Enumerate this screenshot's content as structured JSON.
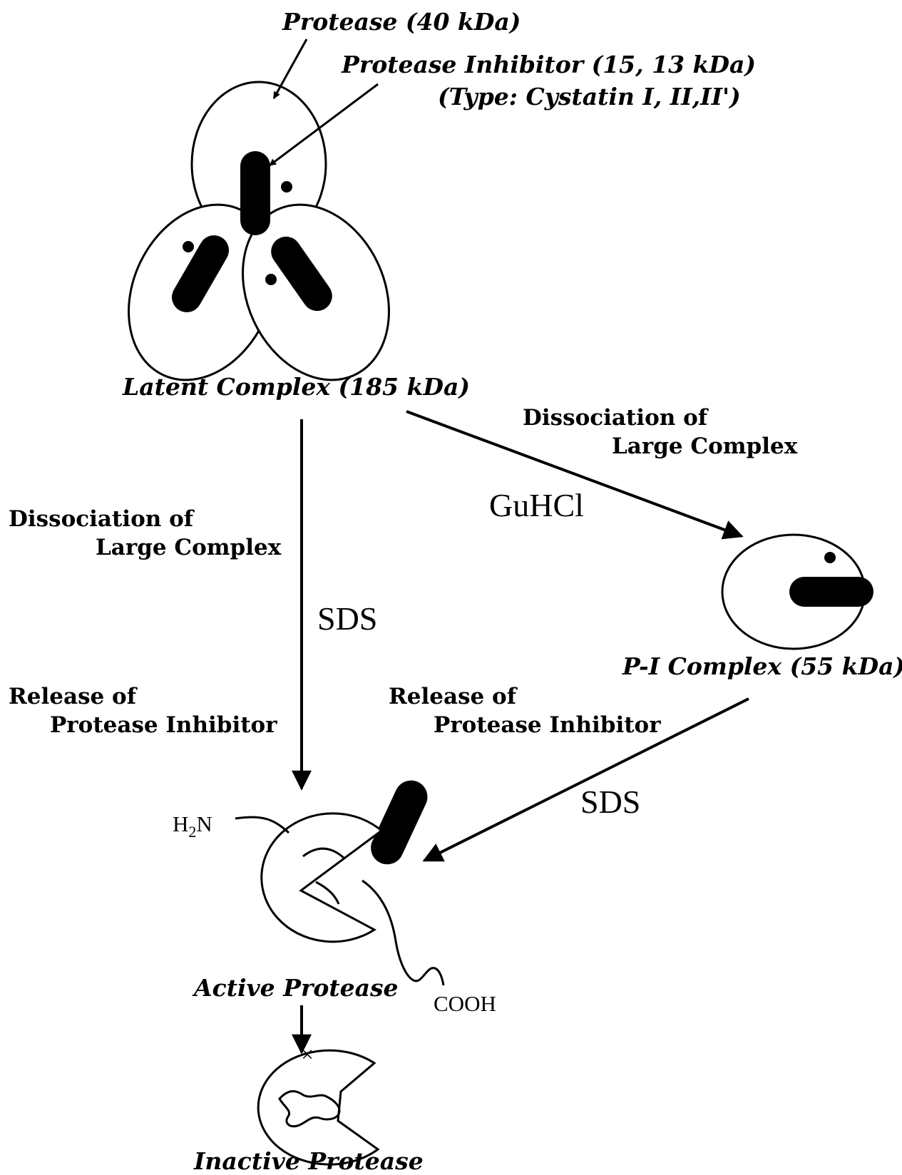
{
  "labels": {
    "protease": "Protease (40 kDa)",
    "inhibitor": "Protease Inhibitor (15, 13 kDa)",
    "inhibitor_type": "(Type: Cystatin I, II,II')",
    "latent_complex": "Latent Complex (185 kDa)",
    "dissociation_right_1": "Dissociation of",
    "dissociation_right_2": "Large Complex",
    "guhcl": "GuHCl",
    "dissociation_left_1": "Dissociation of",
    "dissociation_left_2": "Large Complex",
    "sds_left": "SDS",
    "pi_complex": "P-I Complex (55 kDa)",
    "release_left_1": "Release of",
    "release_left_2": "Protease Inhibitor",
    "release_right_1": "Release of",
    "release_right_2": "Protease Inhibitor",
    "sds_right": "SDS",
    "h2n_h": "H",
    "h2n_sub": "2",
    "h2n_n": "N",
    "cooh": "COOH",
    "active_protease": "Active Protease",
    "x_mark": "×",
    "inactive_protease": "Inactive Protease"
  }
}
